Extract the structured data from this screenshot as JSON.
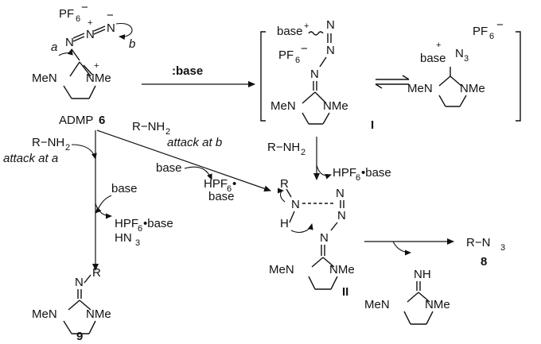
{
  "labels": {
    "pf6_a": "PF",
    "six": "6",
    "minus": "−",
    "plus": "+",
    "a": "a",
    "b": "b",
    "me_n": "MeN",
    "n_me": "NMe",
    "admp": "ADMP",
    "admp_num": "6",
    "base_reagent": ":base",
    "base": "base",
    "r_nh2": "R−NH",
    "two": "2",
    "attack_a": "attack at a",
    "attack_b": "attack at b",
    "hpf6": "HPF",
    "bullet_base": "•base",
    "bullet": "•",
    "hn3": "HN",
    "three": "3",
    "n": "N",
    "h": "H",
    "r": "R",
    "nh": "NH",
    "r_n3": "R−N",
    "int_I": "I",
    "int_II": "II",
    "cmp_8": "8",
    "cmp_9": "9"
  }
}
